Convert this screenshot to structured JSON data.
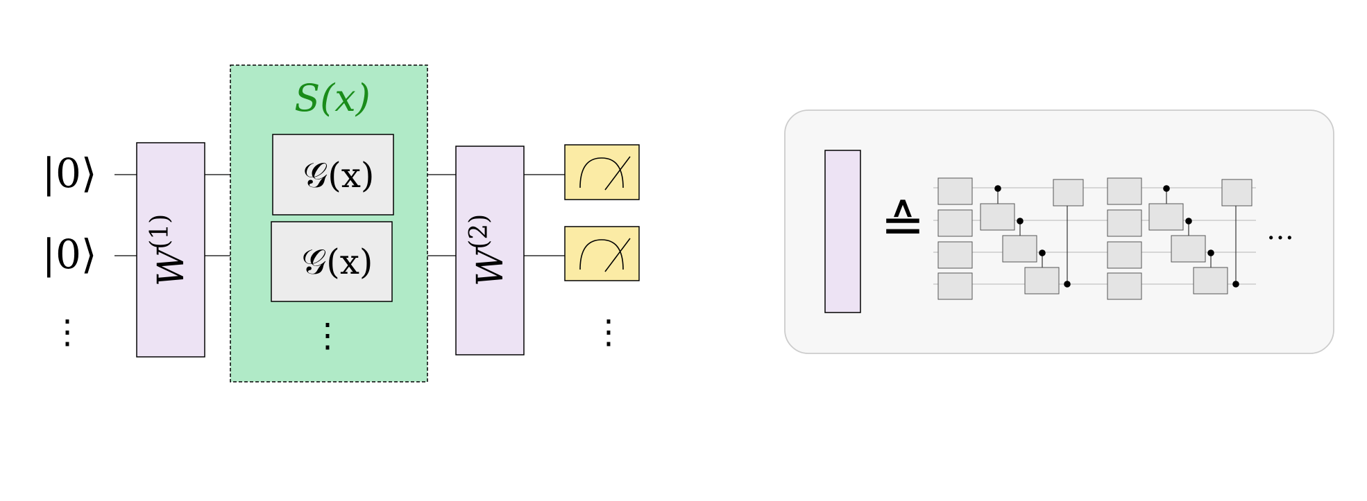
{
  "circuit": {
    "wire_labels": [
      "|0⟩",
      "|0⟩"
    ],
    "input_ellipsis": "⋮",
    "w1_label": "W",
    "w1_superscript": "(1)",
    "w2_label": "W",
    "w2_superscript": "(2)",
    "encoding_block": {
      "title": "S(x)",
      "gates": [
        "𝒢(x)",
        "𝒢(x)"
      ],
      "ellipsis": "⋮"
    },
    "measurement_icon": "measurement-meter-icon",
    "output_ellipsis": "⋮"
  },
  "legend": {
    "equivalence_symbol": "≙",
    "trailing_ellipsis": "…"
  },
  "colors": {
    "unitary_fill": "#ede3f4",
    "encoding_fill": "#b0eac7",
    "encoding_text": "#1a8c1a",
    "gate_fill": "#ececec",
    "meter_fill": "#fbeba5",
    "panel_fill": "#f7f7f7",
    "panel_border": "#cccccc",
    "mini_gate_fill": "#e4e4e4"
  }
}
